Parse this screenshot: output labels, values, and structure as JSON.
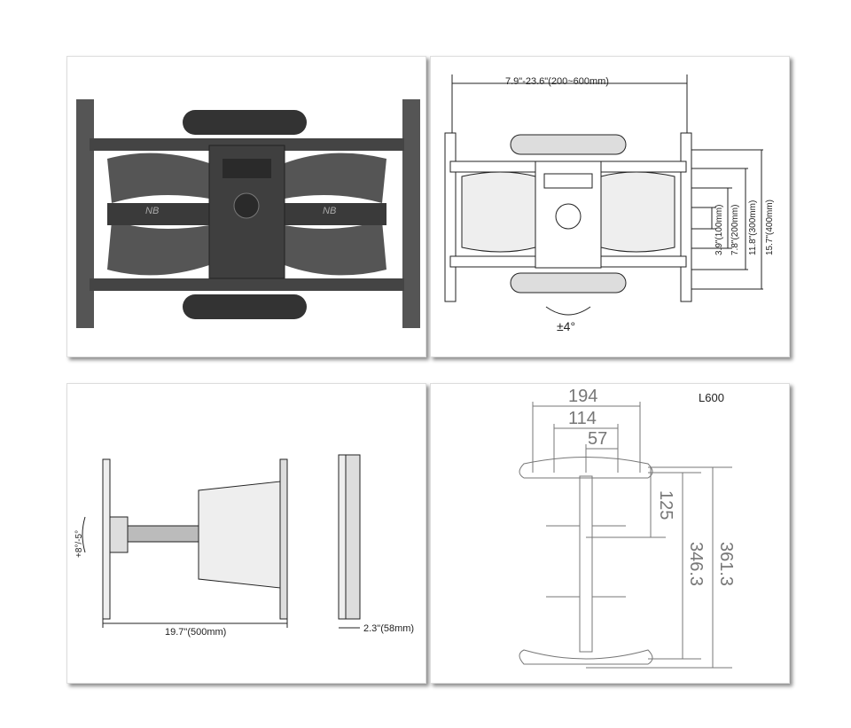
{
  "front_view": {
    "brand_logo": "NB"
  },
  "dimension_view": {
    "width_range": "7.9\"-23.6\"(200~600mm)",
    "vesa_100": "3.9\"(100mm)",
    "vesa_200": "7.8\"(200mm)",
    "vesa_300": "11.8\"(300mm)",
    "vesa_400": "15.7\"(400mm)",
    "rotation": "±4°"
  },
  "side_view": {
    "tilt": "+8°/-5°",
    "extension": "19.7\"(500mm)",
    "profile": "2.3\"(58mm)"
  },
  "plate_view": {
    "model": "L600",
    "dim_194": "194",
    "dim_114": "114",
    "dim_57": "57",
    "dim_125": "125",
    "dim_346": "346.3",
    "dim_361": "361.3"
  }
}
